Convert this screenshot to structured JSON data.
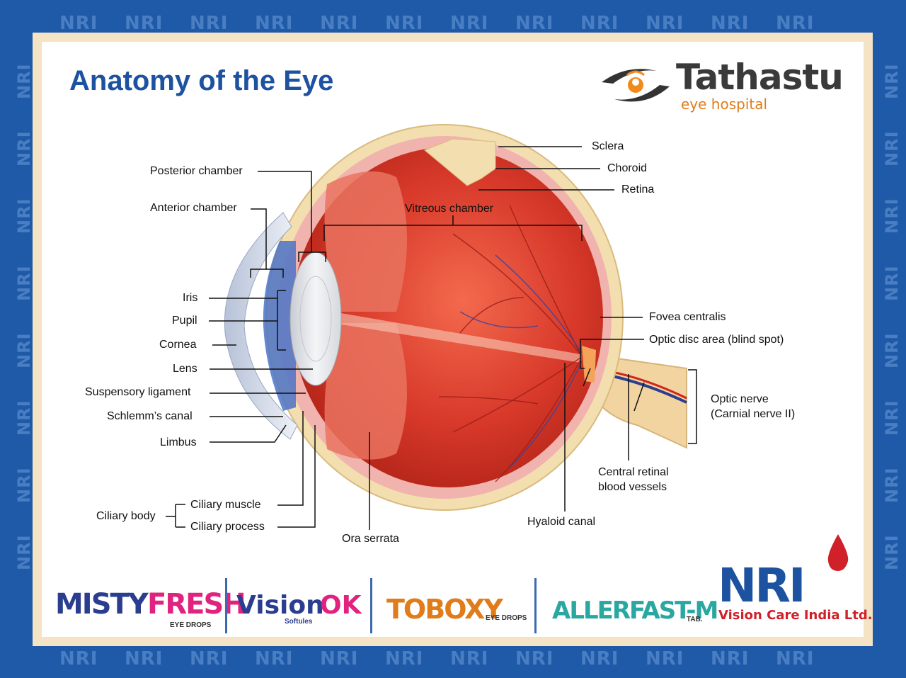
{
  "title": "Anatomy of the Eye",
  "logo": {
    "name": "Tathastu",
    "sub": "eye hospital"
  },
  "watermark": "NRI",
  "labels": {
    "posterior_chamber": "Posterior chamber",
    "anterior_chamber": "Anterior chamber",
    "iris": "Iris",
    "pupil": "Pupil",
    "cornea": "Cornea",
    "lens": "Lens",
    "suspensory_ligament": "Suspensory ligament",
    "schlemms_canal": "Schlemm’s canal",
    "limbus": "Limbus",
    "ciliary_body": "Ciliary body",
    "ciliary_muscle": "Ciliary muscle",
    "ciliary_process": "Ciliary process",
    "ora_serrata": "Ora serrata",
    "hyaloid_canal": "Hyaloid canal",
    "central_retinal_1": "Central retinal",
    "central_retinal_2": "blood vessels",
    "optic_nerve_1": "Optic nerve",
    "optic_nerve_2": "(Carnial nerve II)",
    "optic_disc": "Optic disc area (blind spot)",
    "fovea": "Fovea centralis",
    "vitreous": "Vitreous chamber",
    "sclera": "Sclera",
    "choroid": "Choroid",
    "retina": "Retina"
  },
  "brands": {
    "misty": "MISTY",
    "fresh": "FRESH",
    "misty_sub": "EYE DROPS",
    "vision": "Vision",
    "ok": "OK",
    "vision_sub": "Softules",
    "toboxy": "TOBOXY",
    "toboxy_sub": "EYE DROPS",
    "allerfast": "ALLERFAST-M",
    "allerfast_sub": "TAB.",
    "nri": "NRI",
    "nri_sub": "Vision Care India Ltd."
  },
  "colors": {
    "frame_blue": "#1f5aa8",
    "title_blue": "#1d52a0",
    "eye_red": "#d93a2b",
    "accent_orange": "#e07c1a",
    "nri_red": "#d0202a"
  }
}
